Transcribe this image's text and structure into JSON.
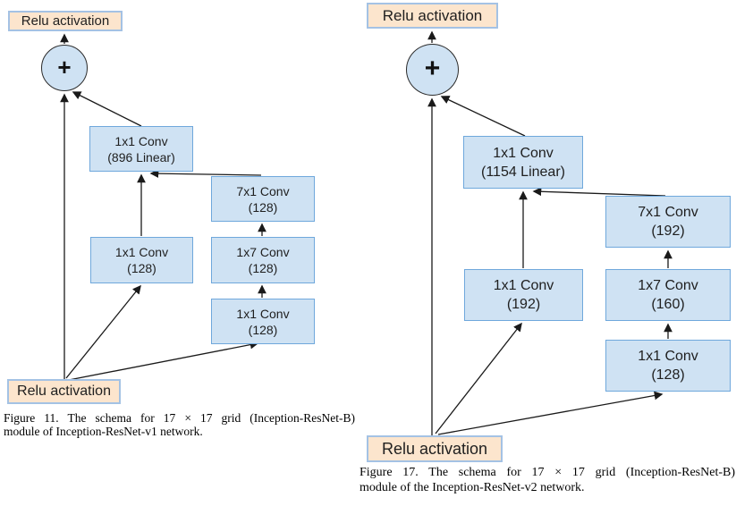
{
  "page": {
    "background": "#ffffff"
  },
  "colors": {
    "conv_box_fill": "#cfe2f3",
    "conv_box_border": "#6fa8dc",
    "relu_box_fill": "#fce5cd",
    "relu_box_border": "#a4c2e4",
    "circle_fill": "#cfe2f3",
    "edge_color": "#1a1a1a"
  },
  "figure_left": {
    "nodes": {
      "relu_top": {
        "label": "Relu activation"
      },
      "plus": {
        "label": "+"
      },
      "conv_linear": {
        "line1": "1x1 Conv",
        "line2": "(896 Linear)"
      },
      "conv_7x1": {
        "line1": "7x1 Conv",
        "line2": "(128)"
      },
      "conv_1x1_left": {
        "line1": "1x1 Conv",
        "line2": "(128)"
      },
      "conv_1x7": {
        "line1": "1x7 Conv",
        "line2": "(128)"
      },
      "conv_1x1_bottom": {
        "line1": "1x1 Conv",
        "line2": "(128)"
      },
      "relu_bottom": {
        "label": "Relu activation"
      }
    },
    "caption": {
      "line1": "Figure 11. The schema for 17 × 17 grid (Inception-ResNet-B)",
      "line2": "module of Inception-ResNet-v1 network."
    }
  },
  "figure_right": {
    "nodes": {
      "relu_top": {
        "label": "Relu activation"
      },
      "plus": {
        "label": "+"
      },
      "conv_linear": {
        "line1": "1x1 Conv",
        "line2": "(1154 Linear)"
      },
      "conv_7x1": {
        "line1": "7x1 Conv",
        "line2": "(192)"
      },
      "conv_1x1_left": {
        "line1": "1x1 Conv",
        "line2": "(192)"
      },
      "conv_1x7": {
        "line1": "1x7 Conv",
        "line2": "(160)"
      },
      "conv_1x1_bottom": {
        "line1": "1x1 Conv",
        "line2": "(128)"
      },
      "relu_bottom": {
        "label": "Relu activation"
      }
    },
    "caption": {
      "line1": "Figure 17. The schema for 17 × 17 grid (Inception-ResNet-B)",
      "line2": "module of the Inception-ResNet-v2 network."
    }
  }
}
